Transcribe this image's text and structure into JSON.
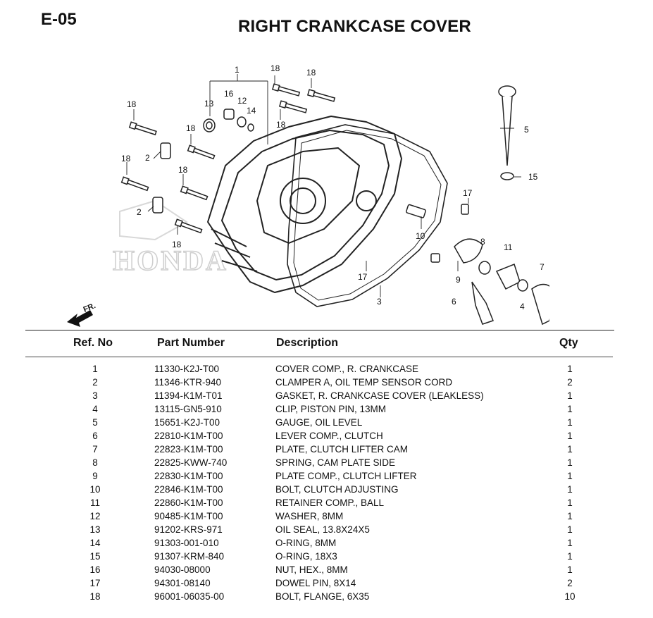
{
  "header": {
    "code": "E-05",
    "title": "RIGHT CRANKCASE COVER"
  },
  "diagram": {
    "watermark": "HONDA",
    "direction_marker": "FR.",
    "callouts": [
      "1",
      "18",
      "18",
      "16",
      "12",
      "14",
      "13",
      "18",
      "18",
      "18",
      "2",
      "18",
      "2",
      "18",
      "18",
      "5",
      "15",
      "17",
      "10",
      "8",
      "11",
      "9",
      "7",
      "4",
      "6",
      "17",
      "3"
    ]
  },
  "table": {
    "columns": {
      "ref": "Ref. No",
      "part": "Part Number",
      "desc": "Description",
      "qty": "Qty"
    },
    "rows": [
      {
        "ref": "1",
        "part": "11330-K2J-T00",
        "desc": "COVER COMP., R. CRANKCASE",
        "qty": "1"
      },
      {
        "ref": "2",
        "part": "11346-KTR-940",
        "desc": "CLAMPER A, OIL TEMP SENSOR CORD",
        "qty": "2"
      },
      {
        "ref": "3",
        "part": "11394-K1M-T01",
        "desc": "GASKET, R. CRANKCASE COVER (LEAKLESS)",
        "qty": "1"
      },
      {
        "ref": "4",
        "part": "13115-GN5-910",
        "desc": "CLIP, PISTON PIN, 13MM",
        "qty": "1"
      },
      {
        "ref": "5",
        "part": "15651-K2J-T00",
        "desc": "GAUGE, OIL LEVEL",
        "qty": "1"
      },
      {
        "ref": "6",
        "part": "22810-K1M-T00",
        "desc": "LEVER COMP., CLUTCH",
        "qty": "1"
      },
      {
        "ref": "7",
        "part": "22823-K1M-T00",
        "desc": "PLATE, CLUTCH LIFTER CAM",
        "qty": "1"
      },
      {
        "ref": "8",
        "part": "22825-KWW-740",
        "desc": "SPRING, CAM PLATE SIDE",
        "qty": "1"
      },
      {
        "ref": "9",
        "part": "22830-K1M-T00",
        "desc": "PLATE COMP., CLUTCH LIFTER",
        "qty": "1"
      },
      {
        "ref": "10",
        "part": "22846-K1M-T00",
        "desc": "BOLT, CLUTCH ADJUSTING",
        "qty": "1"
      },
      {
        "ref": "11",
        "part": "22860-K1M-T00",
        "desc": "RETAINER COMP., BALL",
        "qty": "1"
      },
      {
        "ref": "12",
        "part": "90485-K1M-T00",
        "desc": "WASHER, 8MM",
        "qty": "1"
      },
      {
        "ref": "13",
        "part": "91202-KRS-971",
        "desc": "OIL SEAL, 13.8X24X5",
        "qty": "1"
      },
      {
        "ref": "14",
        "part": "91303-001-010",
        "desc": "O-RING, 8MM",
        "qty": "1"
      },
      {
        "ref": "15",
        "part": "91307-KRM-840",
        "desc": "O-RING, 18X3",
        "qty": "1"
      },
      {
        "ref": "16",
        "part": "94030-08000",
        "desc": "NUT, HEX., 8MM",
        "qty": "1"
      },
      {
        "ref": "17",
        "part": "94301-08140",
        "desc": "DOWEL PIN, 8X14",
        "qty": "2"
      },
      {
        "ref": "18",
        "part": "96001-06035-00",
        "desc": "BOLT, FLANGE, 6X35",
        "qty": "10"
      }
    ]
  }
}
